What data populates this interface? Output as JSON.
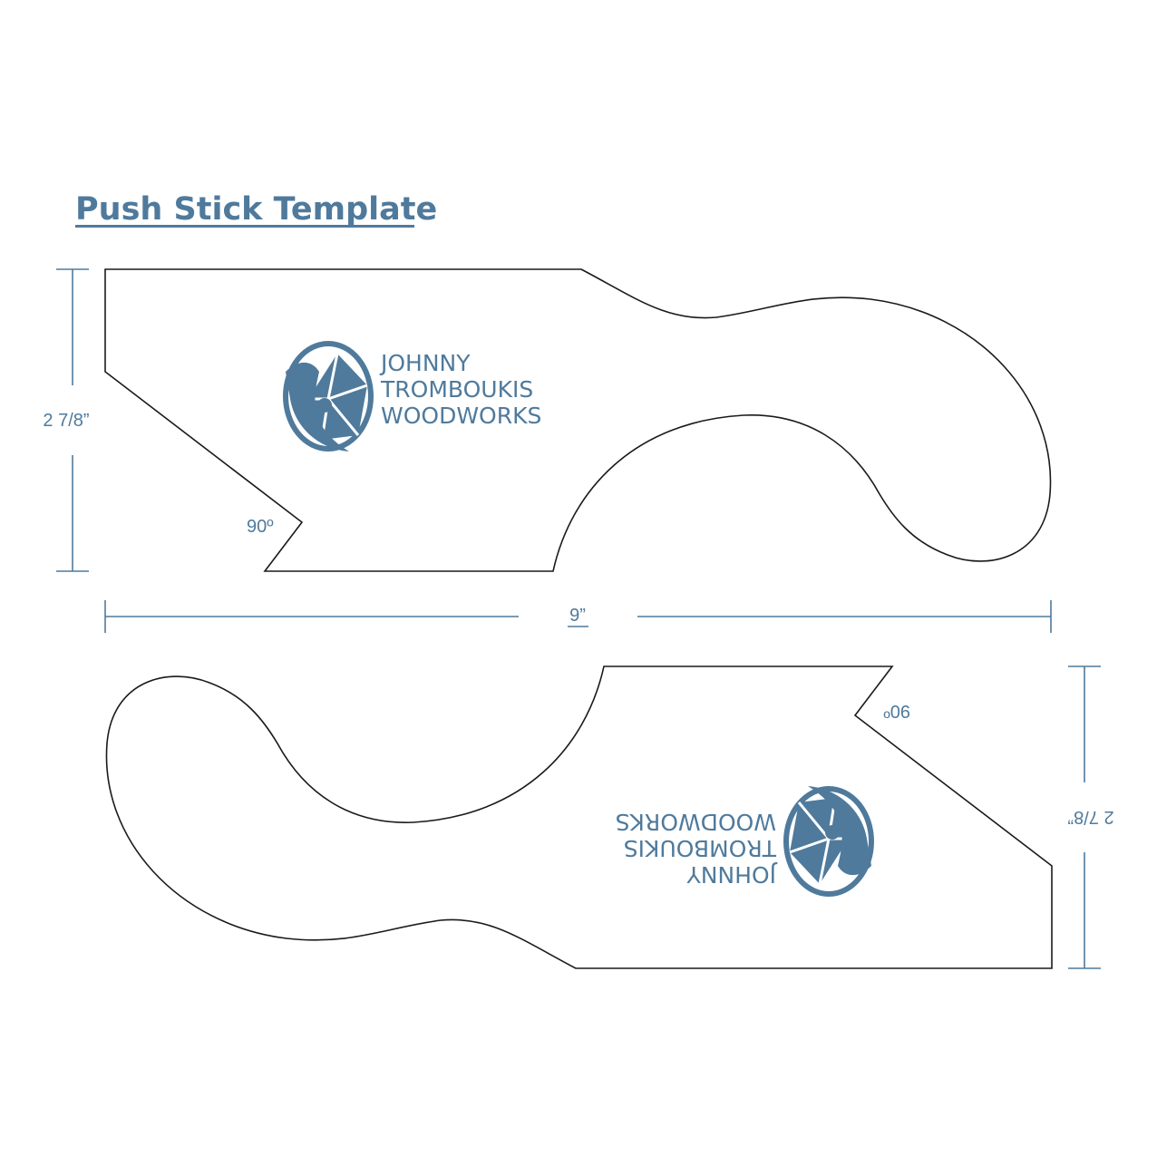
{
  "title": "Push Stick Template",
  "logo": {
    "line1": "JOHNNY",
    "line2": "TROMBOUKIS",
    "line3": "WOODWORKS"
  },
  "dimensions": {
    "height": "2 7/8”",
    "length": "9”",
    "angle": "90º"
  },
  "colors": {
    "accent": "#4f7a9c",
    "outline": "#1a1a1a"
  }
}
